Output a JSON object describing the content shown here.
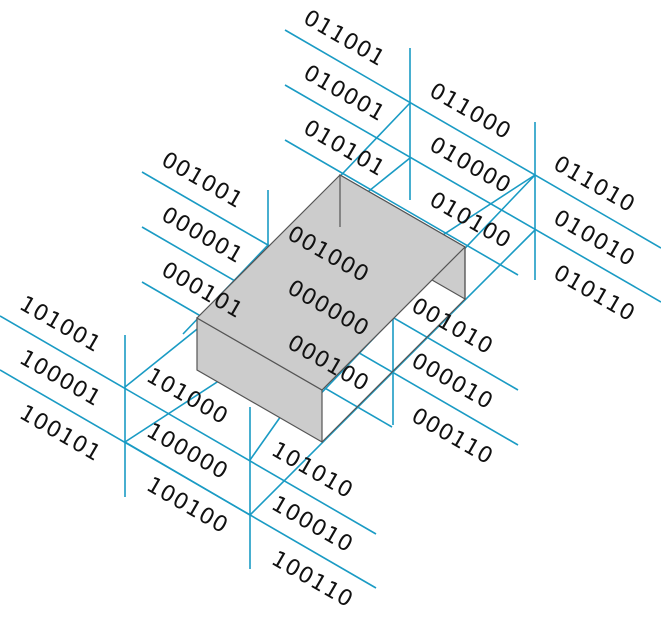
{
  "grid_color": "#1a9bc4",
  "box_color": "#cccccc",
  "labels": {
    "top": {
      "r0": [
        "011001",
        "011000",
        "011010"
      ],
      "r1": [
        "010001",
        "010000",
        "010010"
      ],
      "r2": [
        "010101",
        "010100",
        "010110"
      ]
    },
    "middle": {
      "r0": [
        "001001",
        "001000",
        "001010"
      ],
      "r1": [
        "000001",
        "000000",
        "000010"
      ],
      "r2": [
        "000101",
        "000100",
        "000110"
      ]
    },
    "bottom": {
      "r0": [
        "101001",
        "101000",
        "101010"
      ],
      "r1": [
        "100001",
        "100000",
        "100010"
      ],
      "r2": [
        "100101",
        "100100",
        "100110"
      ]
    }
  }
}
